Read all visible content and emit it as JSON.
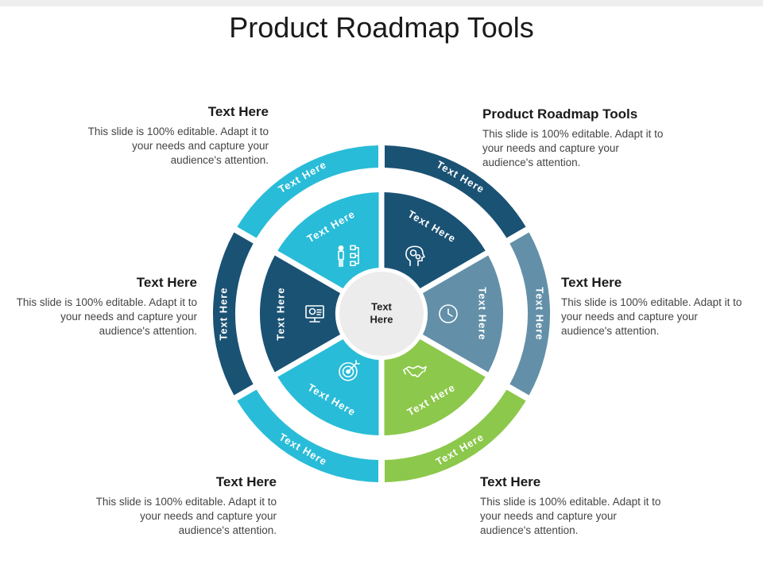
{
  "title": "Product Roadmap Tools",
  "center_label_lines": [
    "Text",
    "Here"
  ],
  "segments": [
    {
      "outer_label": "Text Here",
      "inner_label": "Text Here",
      "color": "#1a5274",
      "icon": "head-gears-icon"
    },
    {
      "outer_label": "Text Here",
      "inner_label": "Text Here",
      "color": "#6390a8",
      "icon": "clock-icon"
    },
    {
      "outer_label": "Text Here",
      "inner_label": "Text Here",
      "color": "#8cc84b",
      "icon": "handshake-icon"
    },
    {
      "outer_label": "Text Here",
      "inner_label": "Text Here",
      "color": "#29bcd8",
      "icon": "target-icon"
    },
    {
      "outer_label": "Text Here",
      "inner_label": "Text Here",
      "color": "#1a5274",
      "icon": "monitor-chart-icon"
    },
    {
      "outer_label": "Text Here",
      "inner_label": "Text Here",
      "color": "#29bcd8",
      "icon": "org-chart-icon"
    }
  ],
  "blocks": {
    "top_left": {
      "heading": "Text Here",
      "body": "This slide is 100% editable. Adapt it to your needs and capture your audience's attention."
    },
    "top_right": {
      "heading": "Product Roadmap Tools",
      "body": "This slide is 100% editable. Adapt it to your needs and capture your audience's attention."
    },
    "mid_left": {
      "heading": "Text Here",
      "body": "This slide is 100% editable. Adapt it to your needs and capture your audience's attention."
    },
    "mid_right": {
      "heading": "Text Here",
      "body": "This slide is 100% editable. Adapt it to your needs and capture your audience's attention."
    },
    "bottom_left": {
      "heading": "Text Here",
      "body": "This slide is 100% editable. Adapt it to your needs and capture your audience's attention."
    },
    "bottom_right": {
      "heading": "Text Here",
      "body": "This slide is 100% editable. Adapt it to your needs and capture your audience's attention."
    }
  }
}
